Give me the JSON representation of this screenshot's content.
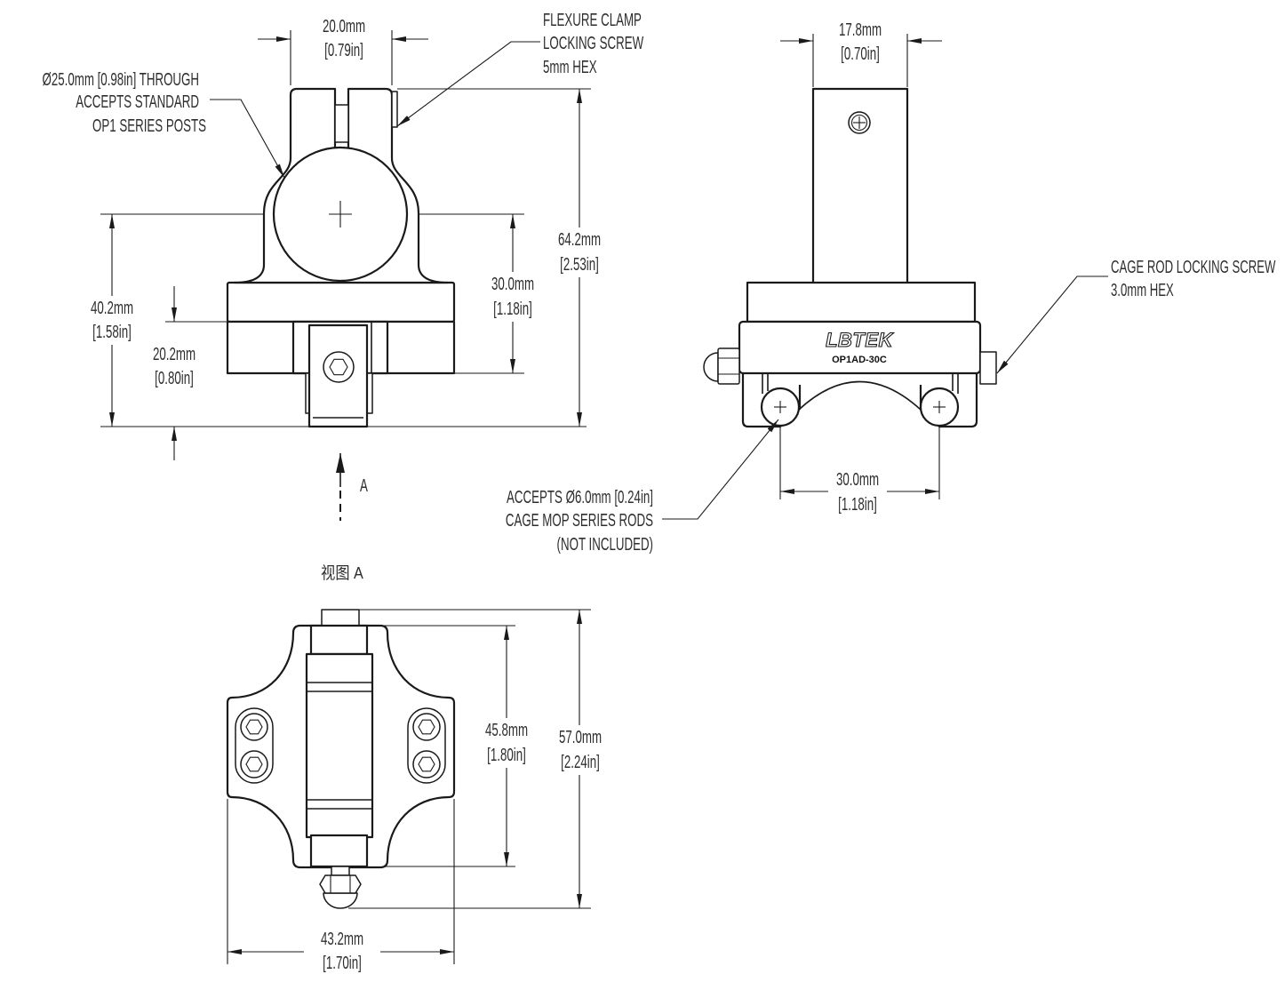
{
  "colors": {
    "line": "#1a1a1a",
    "text": "#2e2e2e",
    "background": "#ffffff"
  },
  "front_view": {
    "dim_clamp_width": {
      "mm": "20.0mm",
      "in": "[0.79in]"
    },
    "note_post_bore": [
      "Ø25.0mm [0.98in] THROUGH",
      "ACCEPTS STANDARD",
      "OP1 SERIES POSTS"
    ],
    "note_flexure_screw": [
      "FLEXURE CLAMP",
      "LOCKING SCREW",
      "5mm HEX"
    ],
    "dim_overall_height": {
      "mm": "64.2mm",
      "in": "[2.53in]"
    },
    "dim_center_to_rod": {
      "mm": "30.0mm",
      "in": "[1.18in]"
    },
    "dim_center_to_bottom": {
      "mm": "40.2mm",
      "in": "[1.58in]"
    },
    "dim_base_height": {
      "mm": "20.2mm",
      "in": "[0.80in]"
    },
    "view_arrow_label": "A"
  },
  "side_view": {
    "dim_post_width": {
      "mm": "17.8mm",
      "in": "[0.70in]"
    },
    "note_rod_screw": [
      "CAGE ROD LOCKING SCREW",
      "3.0mm HEX"
    ],
    "brand": "LBTEK",
    "model": "OP1AD-30C",
    "dim_rod_spacing": {
      "mm": "30.0mm",
      "in": "[1.18in]"
    },
    "note_rods": [
      "ACCEPTS Ø6.0mm [0.24in]",
      "CAGE MOP SERIES RODS",
      "(NOT INCLUDED)"
    ]
  },
  "view_a": {
    "title": "视图 A",
    "dim_block_length": {
      "mm": "45.8mm",
      "in": "[1.80in]"
    },
    "dim_overall_length": {
      "mm": "57.0mm",
      "in": "[2.24in]"
    },
    "dim_base_width": {
      "mm": "43.2mm",
      "in": "[1.70in]"
    }
  }
}
